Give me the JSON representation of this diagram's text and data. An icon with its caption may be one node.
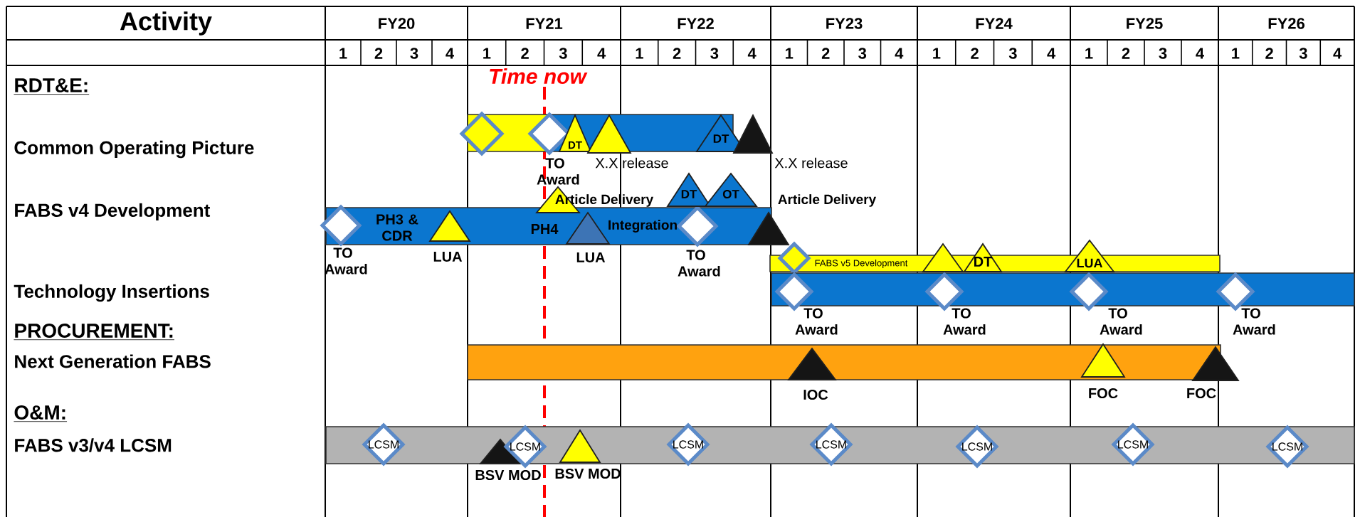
{
  "diagram": {
    "nodes": [
      {
        "text": [],
        "shape": "bar"
      },
      {
        "text": [],
        "shape": "bar"
      },
      {
        "text": [],
        "shape": "diamond"
      },
      {
        "text": [],
        "shape": "diamond",
        "beside": [
          "TO Award"
        ]
      },
      {
        "text": [
          "DT"
        ],
        "in": 1
      },
      {
        "text": [],
        "shape": "triangle",
        "beside": [
          "X.X release"
        ],
        "in": 1
      },
      {
        "text": [
          "DT"
        ],
        "in": 1
      },
      {
        "text": [],
        "shape": "triangle",
        "beside": [
          "X.X release"
        ]
      },
      {
        "text": [
          "PH3 & CDR",
          "PH4",
          "Integration"
        ]
      },
      {
        "text": [],
        "shape": "diamond",
        "beside": [
          "TO Award"
        ]
      },
      {
        "text": [],
        "shape": "triangle",
        "beside": [
          "LUA"
        ],
        "in": 8
      },
      {
        "text": [],
        "shape": "triangle",
        "beside": [
          "Article Delivery"
        ]
      },
      {
        "text": [],
        "shape": "triangle",
        "beside": [
          "LUA"
        ],
        "in": 8
      },
      {
        "text": [],
        "shape": "diamond",
        "beside": [
          "TO Award"
        ],
        "in": 8
      },
      {
        "text": [
          "DT"
        ]
      },
      {
        "text": [
          "OT"
        ]
      },
      {
        "text": [],
        "shape": "triangle",
        "beside": [
          "Article Delivery"
        ]
      },
      {
        "text": [
          "FABS v5 Development"
        ]
      },
      {
        "text": [],
        "shape": "diamond"
      },
      {
        "text": [],
        "shape": "triangle"
      },
      {
        "text": [
          "DT"
        ]
      },
      {
        "text": [
          "LUA"
        ]
      },
      {
        "text": [],
        "shape": "bar"
      },
      {
        "text": [],
        "shape": "diamond",
        "beside": [
          "TO Award"
        ],
        "in": 22
      },
      {
        "text": [],
        "shape": "diamond",
        "beside": [
          "TO Award"
        ],
        "in": 22
      },
      {
        "text": [],
        "shape": "diamond",
        "beside": [
          "TO Award"
        ],
        "in": 22
      },
      {
        "text": [],
        "shape": "diamond",
        "beside": [
          "TO Award"
        ],
        "in": 22
      },
      {
        "text": [],
        "shape": "bar"
      },
      {
        "text": [],
        "shape": "triangle",
        "beside": [
          "IOC"
        ],
        "in": 27
      },
      {
        "text": [],
        "shape": "triangle",
        "beside": [
          "FOC"
        ],
        "in": 27
      },
      {
        "text": [],
        "shape": "triangle",
        "beside": [
          "FOC"
        ]
      },
      {
        "text": [],
        "shape": "bar"
      },
      {
        "text": [
          "LCSM"
        ],
        "in": 31
      },
      {
        "text": [],
        "shape": "triangle",
        "beside": [
          "BSV MOD"
        ],
        "in": 31
      },
      {
        "text": [
          "LCSM"
        ],
        "in": 31
      },
      {
        "text": [],
        "shape": "triangle",
        "beside": [
          "BSV MOD"
        ],
        "in": 31
      },
      {
        "text": [
          "LCSM"
        ],
        "in": 31
      },
      {
        "text": [
          "LCSM"
        ],
        "in": 31
      },
      {
        "text": [
          "LCSM"
        ],
        "in": 31
      },
      {
        "text": [
          "LCSM"
        ],
        "in": 31
      },
      {
        "text": [
          "LCSM"
        ],
        "in": 31
      }
    ],
    "labels": [
      "Activity",
      "FY20",
      "FY21",
      "FY22",
      "FY23",
      "FY24",
      "FY25",
      "FY26",
      "1",
      "2",
      "3",
      "4",
      "1",
      "2",
      "3",
      "4",
      "1",
      "2",
      "3",
      "4",
      "1",
      "2",
      "3",
      "4",
      "1",
      "2",
      "3",
      "4",
      "1",
      "2",
      "3",
      "4",
      "1",
      "2",
      "3",
      "4",
      "Time now",
      "RDT&E:",
      "Common Operating Picture",
      "FABS v4 Development",
      "Technology Insertions",
      "PROCUREMENT:",
      "Next Generation FABS",
      "O&M:",
      "FABS v3/v4 LCSM"
    ]
  }
}
